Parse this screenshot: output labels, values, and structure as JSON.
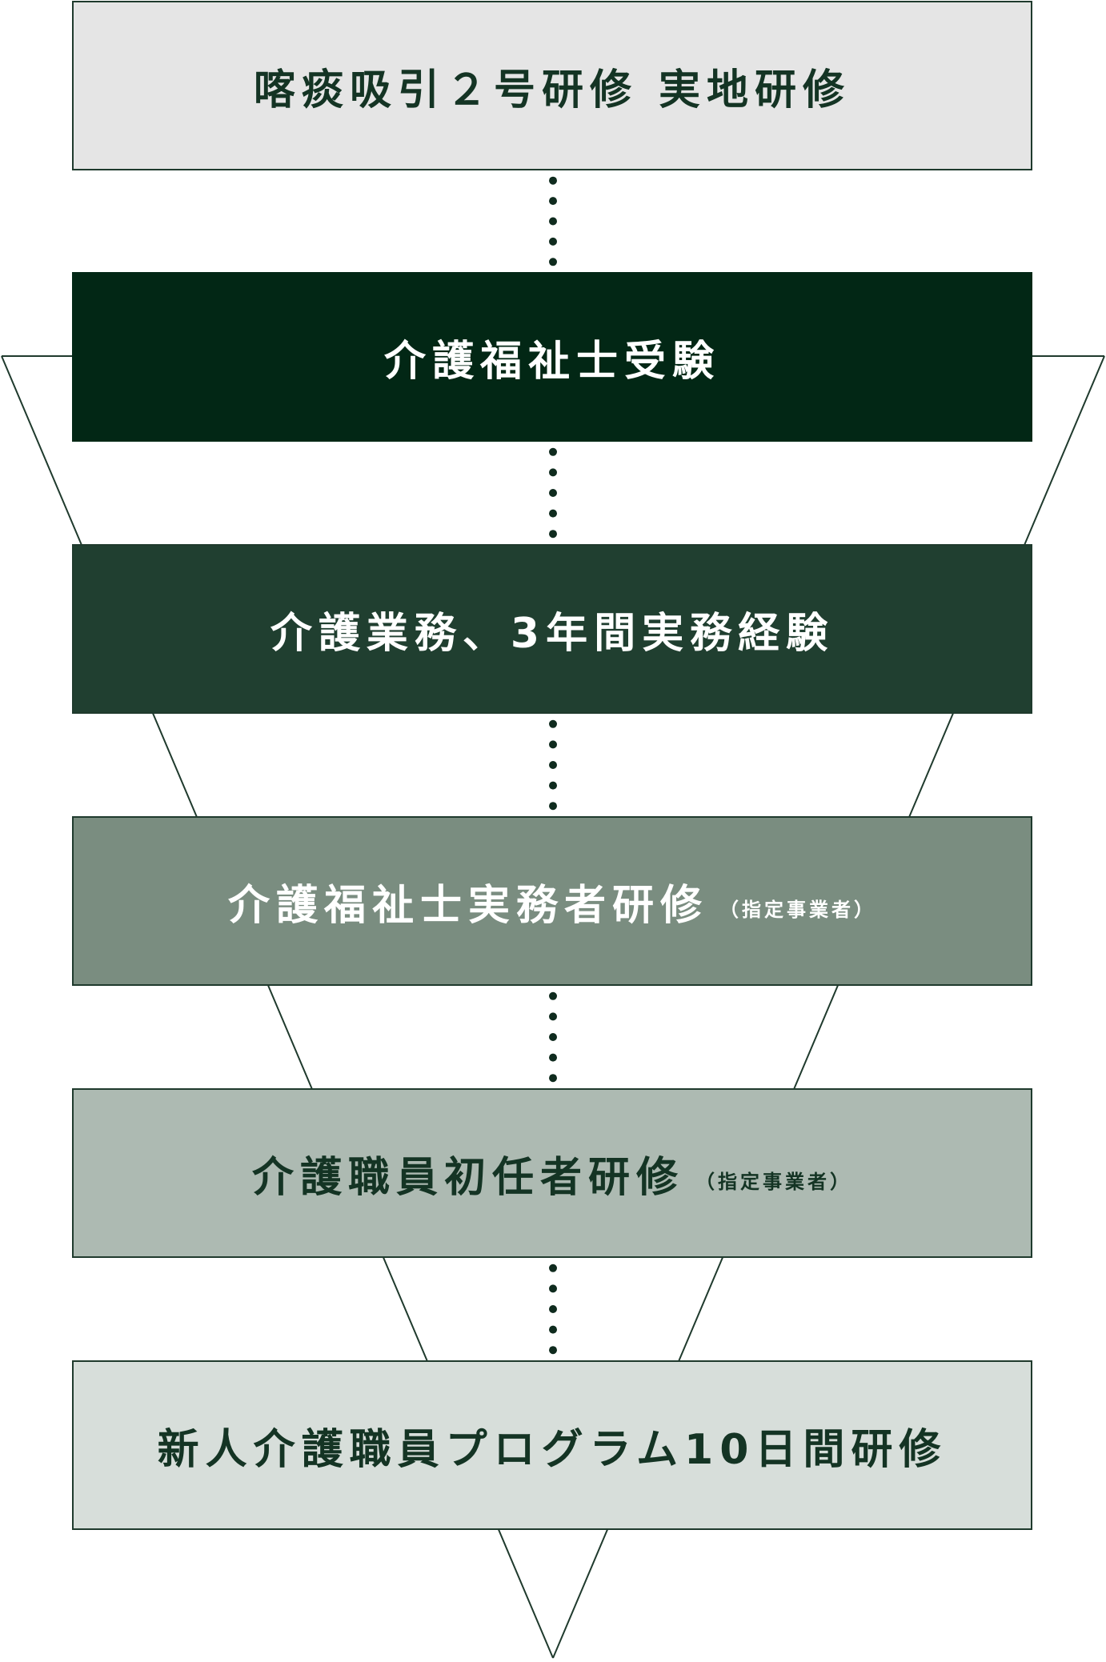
{
  "steps": [
    {
      "label": "喀痰吸引２号研修 実地研修",
      "note": ""
    },
    {
      "label": "介護福祉士受験",
      "note": ""
    },
    {
      "label": "介護業務、3年間実務経験",
      "note": ""
    },
    {
      "label": "介護福祉士実務者研修",
      "note": "（指定事業者）"
    },
    {
      "label": "介護職員初任者研修",
      "note": "（指定事業者）"
    },
    {
      "label": "新人介護職員プログラム10日間研修",
      "note": ""
    }
  ],
  "colors": {
    "line": "#1f3a2d",
    "dots": "#0f2b1e",
    "step_backgrounds": [
      "#e5e5e5",
      "#022715",
      "#203f30",
      "#7a8d80",
      "#adbab2",
      "#d7deda"
    ]
  }
}
